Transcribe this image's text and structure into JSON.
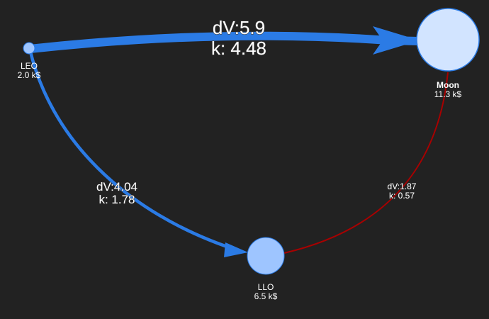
{
  "colors": {
    "background": "#222222",
    "edge_primary": "#2b7be5",
    "edge_secondary": "#a80000",
    "node_fill": "#9ec5ff",
    "moon_fill": "#d2e4ff",
    "node_stroke": "#2b7be5"
  },
  "nodes": {
    "leo": {
      "name": "LEO",
      "cost": "2.0 k$"
    },
    "moon": {
      "name": "Moon",
      "cost": "11.3 k$"
    },
    "llo": {
      "name": "LLO",
      "cost": "6.5 k$"
    }
  },
  "edges": {
    "leo_moon": {
      "dv": "dV:5.9",
      "k": "k: 4.48"
    },
    "leo_llo": {
      "dv": "dV:4.04",
      "k": "k: 1.78"
    },
    "llo_moon": {
      "dv": "dV:1.87",
      "k": "k: 0.57"
    }
  }
}
